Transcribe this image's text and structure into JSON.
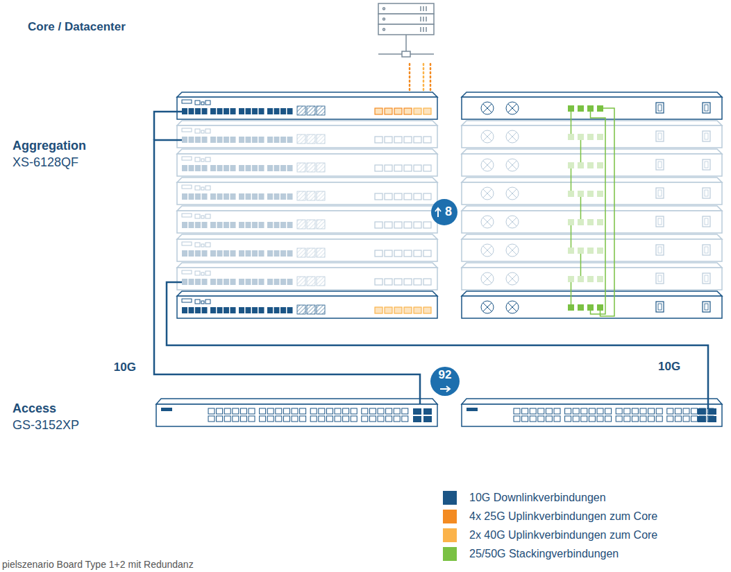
{
  "diagram": {
    "caption": "pielszenario Board Type 1+2 mit Redundanz",
    "nodes": [
      {
        "text": [
          "Aggregation",
          "XS-6128QF"
        ]
      },
      {
        "text": [
          "Access",
          "GS-3152XP"
        ]
      }
    ],
    "edges": [
      {
        "from": 0,
        "to": 1,
        "arrow": "none",
        "label": "10G"
      }
    ],
    "labels": [
      "Core / Datacenter",
      "8",
      "92",
      "10G"
    ],
    "legend": [
      {
        "text": "10G Downlinkverbindungen",
        "color": "#1b5586"
      },
      {
        "text": "4x 25G Uplinkverbindungen zum Core",
        "color": "#f38b22"
      },
      {
        "text": "2x 40G Uplinkverbindungen zum Core",
        "color": "#fbb34a"
      },
      {
        "text": "25/50G Stackingverbindungen",
        "color": "#7ac143"
      }
    ]
  }
}
